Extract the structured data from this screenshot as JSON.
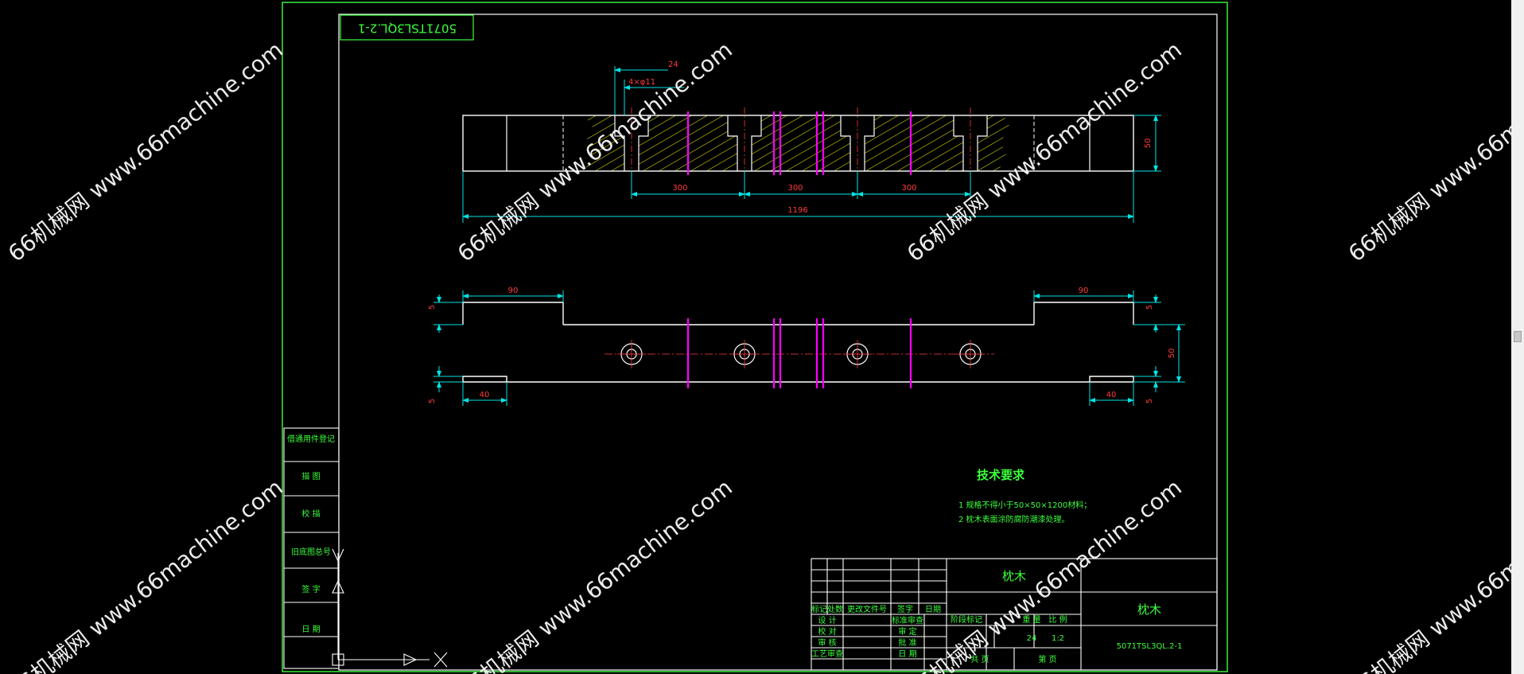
{
  "drawing_code": "5071TSL3QL.2-1",
  "part_name": "枕木",
  "dimensions": {
    "counterbore": "24",
    "holes": "4×φ11",
    "pitch": "300",
    "total_length": "1196",
    "height": "50",
    "end_length_top": "90",
    "end_length_bottom": "40",
    "offset": "5"
  },
  "tech_req": {
    "title": "技术要求",
    "items": [
      "1  规格不得小于50×50×1200材料；",
      "2  枕木表面涂防腐防潮漆处理。"
    ]
  },
  "side_labels": [
    "借通用件登记",
    "描  图",
    "校  描",
    "旧底图总号",
    "签  字",
    "日  期"
  ],
  "title_block": {
    "row_headers": [
      "标记",
      "处数",
      "更改文件号",
      "签字",
      "日期"
    ],
    "left_rows": [
      [
        "设 计",
        "标准审查"
      ],
      [
        "校 对",
        "审 定"
      ],
      [
        "审 核",
        "批 准"
      ],
      [
        "工艺审查",
        "日 期"
      ]
    ],
    "stage_label": "阶段标记",
    "weight_label": "重 量",
    "scale_label": "比 例",
    "weight": "24",
    "scale": "1:2",
    "sheet_total": "共   页",
    "sheet_no": "第   页"
  },
  "watermark": "66机械网 www.66machine.com",
  "colors": {
    "background": "#000000",
    "outline": "#ffffff",
    "frame": "#3cff3c",
    "dimension_line": "#00e5e5",
    "dimension_text": "#ff3b3b",
    "bolt": "#ff00ff",
    "hatch": "#ffff00"
  }
}
